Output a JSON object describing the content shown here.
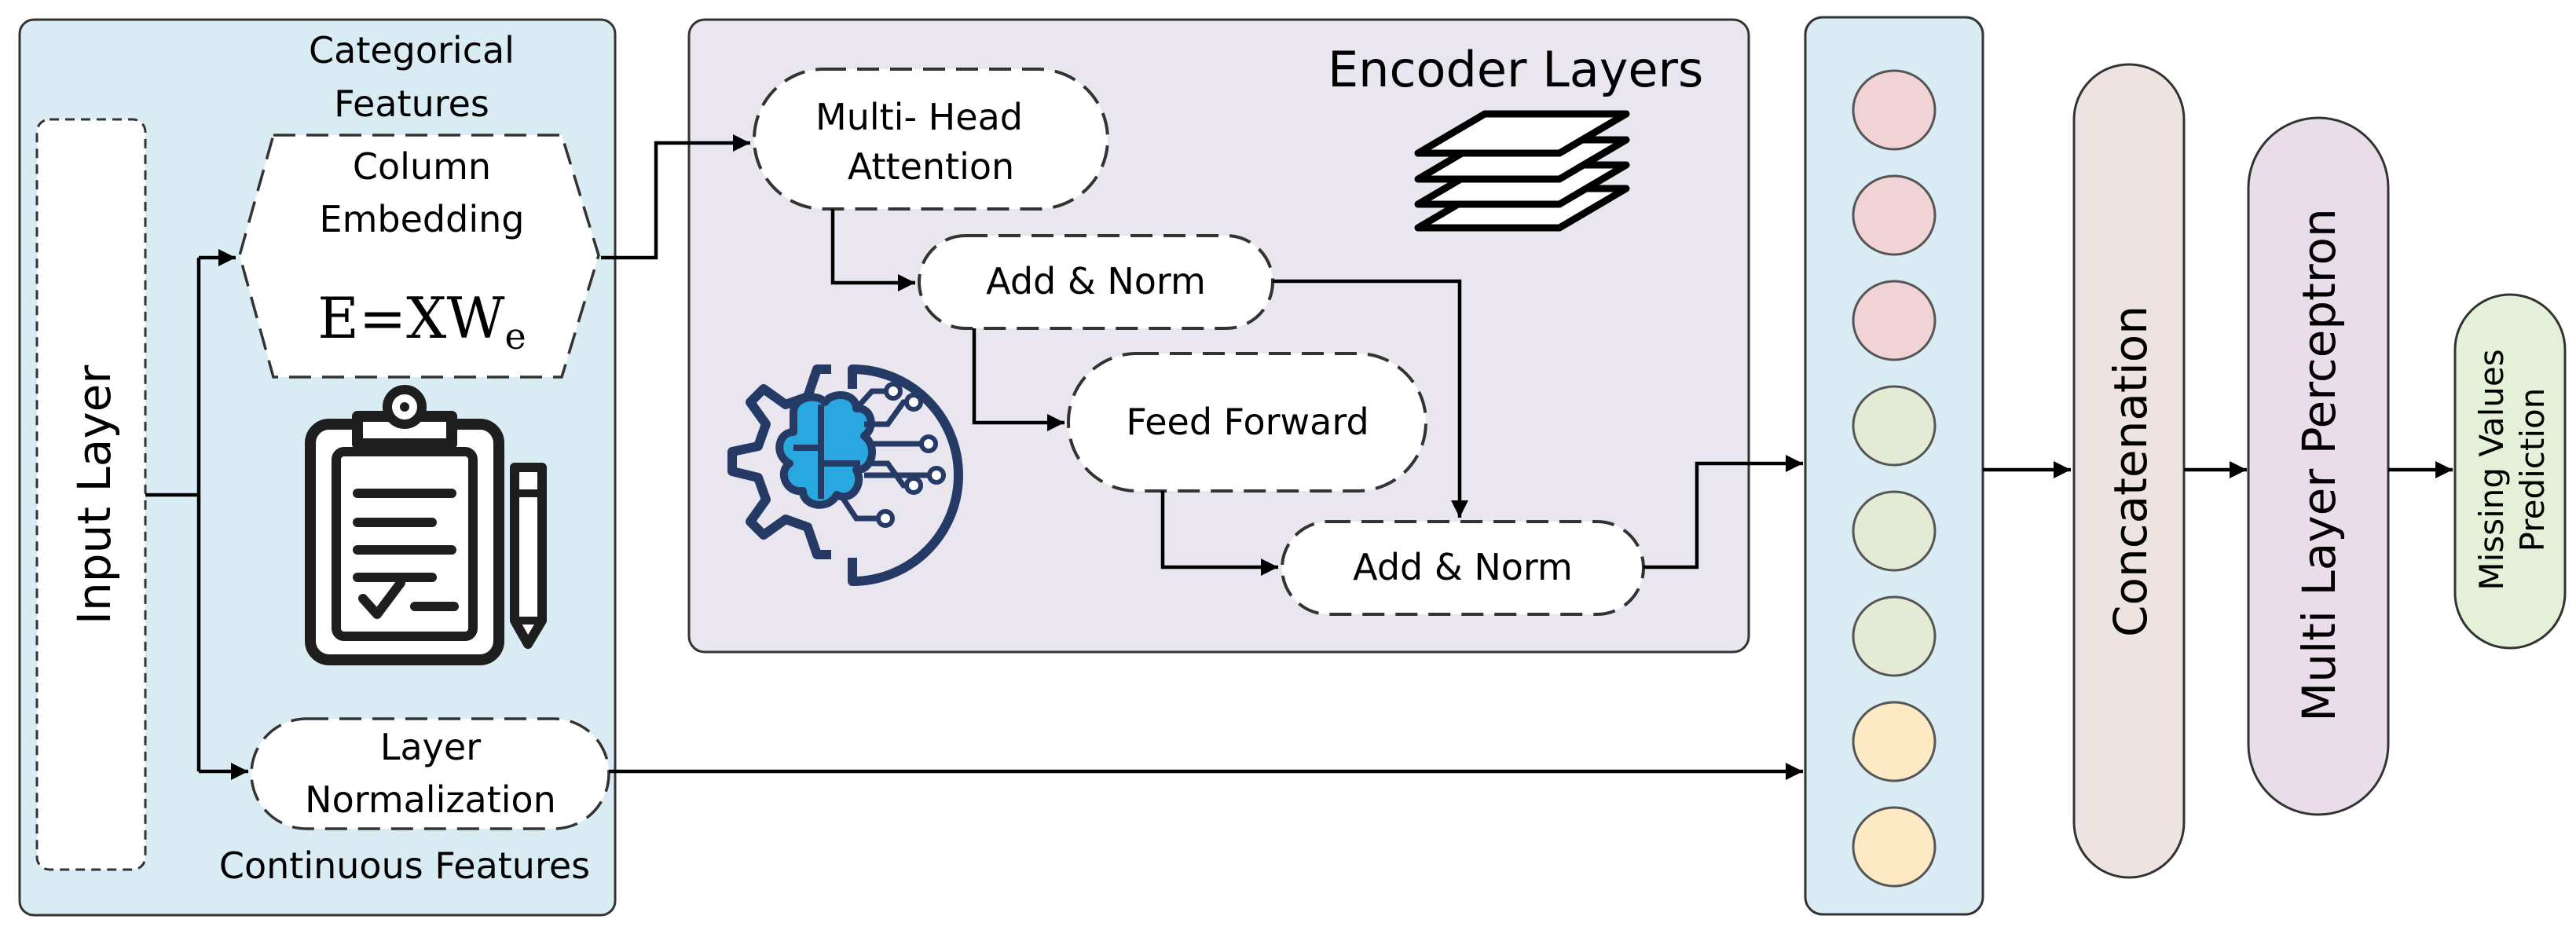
{
  "input_panel": {
    "categorical_label_line1": "Categorical",
    "categorical_label_line2": "Features",
    "input_layer_label": "Input Layer",
    "column_embedding_line1": "Column",
    "column_embedding_line2": "Embedding",
    "formula_main": "E=XW",
    "formula_sub": "e",
    "layer_norm_line1": "Layer",
    "layer_norm_line2": "Normalization",
    "continuous_label": "Continuous Features",
    "icon": "clipboard-checklist-icon"
  },
  "encoder_panel": {
    "title": "Encoder Layers",
    "mha_line1": "Multi- Head",
    "mha_line2": "Attention",
    "add_norm_1": "Add & Norm",
    "feed_forward": "Feed Forward",
    "add_norm_2": "Add & Norm",
    "icons": [
      "stacked-layers-icon",
      "ai-brain-gear-icon"
    ]
  },
  "token_column": {
    "tokens": [
      {
        "color": "#f2d3d5"
      },
      {
        "color": "#f2d3d5"
      },
      {
        "color": "#f2d3d5"
      },
      {
        "color": "#e4ebd5"
      },
      {
        "color": "#e4ebd5"
      },
      {
        "color": "#e4ebd5"
      },
      {
        "color": "#fdeac5"
      },
      {
        "color": "#fdeac5"
      }
    ]
  },
  "output_blocks": {
    "concatenation": "Concatenation",
    "mlp": "Multi Layer Perceptron",
    "prediction_line1": "Missing Values",
    "prediction_line2": "Prediction"
  },
  "colors": {
    "panel_blue": "#daecf3",
    "panel_purple": "#e9e6ef",
    "concat_fill": "#ede4e1",
    "mlp_fill": "#eaddea",
    "prediction_fill": "#e4f0d8",
    "accent_icon": "#29a7e1",
    "icon_dark": "#263a66"
  }
}
